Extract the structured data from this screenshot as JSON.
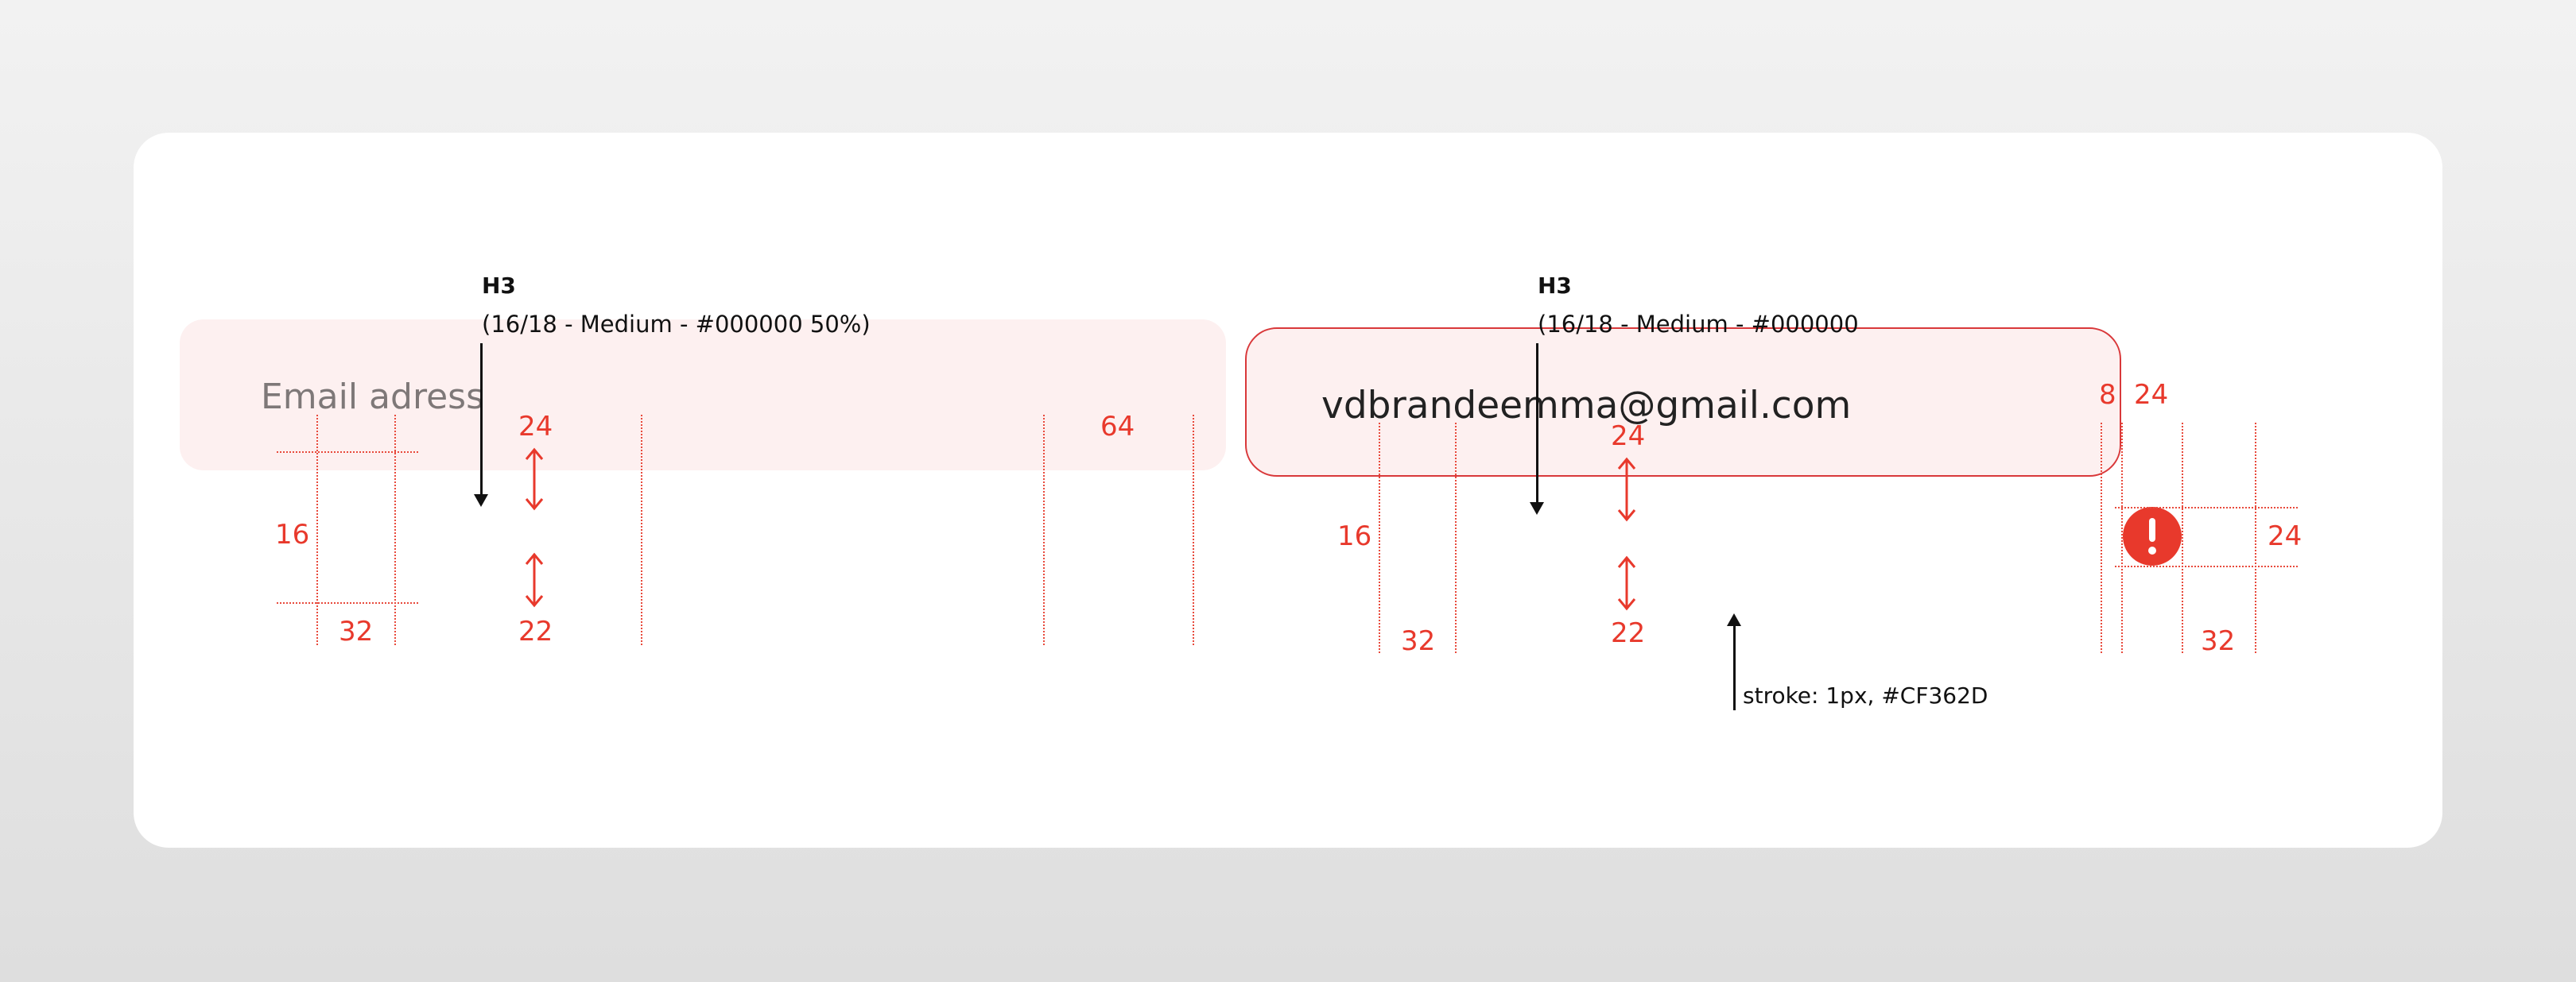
{
  "colors": {
    "accent": "#CF362D",
    "field_background": "#FDF0F0",
    "annotation": "#E8392C",
    "card": "#FFFFFF"
  },
  "default_field": {
    "annotation": {
      "title": "H3",
      "spec": "(16/18 - Medium - #000000 50%)"
    },
    "placeholder": "Email adress",
    "dims": {
      "top_padding": "24",
      "bottom_padding": "22",
      "radius": "16",
      "left_padding": "32",
      "right_padding": "64"
    }
  },
  "error_field": {
    "annotation": {
      "title": "H3",
      "spec": "(16/18 - Medium - #000000"
    },
    "value": "vdbrandeemma@gmail.com",
    "stroke_note": "stroke: 1px, #CF362D",
    "icon": "error-exclamation-icon",
    "dims": {
      "top_padding": "24",
      "bottom_padding": "22",
      "radius": "16",
      "left_padding": "32",
      "icon_gap": "8",
      "icon_width": "24",
      "icon_height": "24",
      "right_padding": "32"
    }
  }
}
